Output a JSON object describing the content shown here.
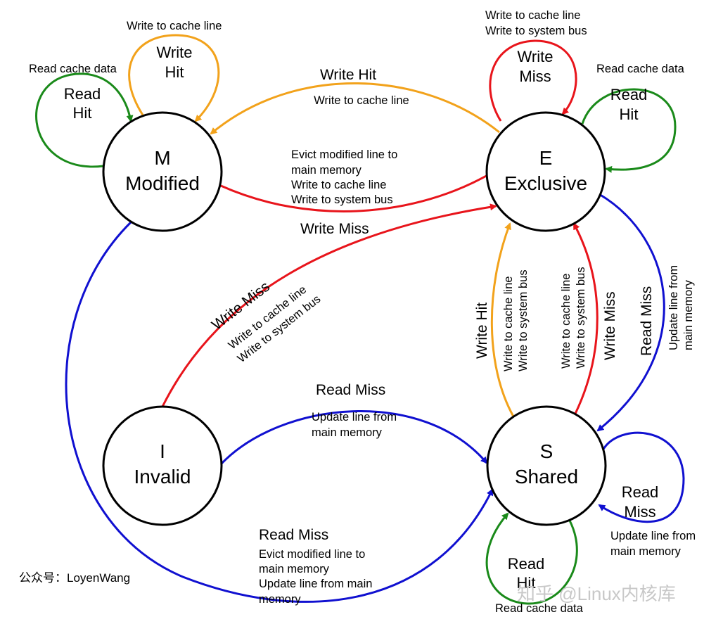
{
  "states": {
    "m": {
      "letter": "M",
      "name": "Modified"
    },
    "e": {
      "letter": "E",
      "name": "Exclusive"
    },
    "i": {
      "letter": "I",
      "name": "Invalid"
    },
    "s": {
      "letter": "S",
      "name": "Shared"
    }
  },
  "colors": {
    "write_hit": "#f2a21b",
    "write_miss": "#e8141b",
    "read_hit": "#1a8a1a",
    "read_miss": "#1010d0",
    "state_stroke": "#000000"
  },
  "transitions": {
    "m_write_hit_self": {
      "event": [
        "Write",
        "Hit"
      ],
      "action": [
        "Write to cache line"
      ]
    },
    "m_read_hit_self": {
      "event": [
        "Read",
        "Hit"
      ],
      "action": [
        "Read cache data"
      ]
    },
    "e_to_m_write_hit": {
      "event": [
        "Write Hit"
      ],
      "action": [
        "Write to cache line"
      ]
    },
    "e_write_miss_self": {
      "event": [
        "Write",
        "Miss"
      ],
      "action": [
        "Write to cache line",
        "Write to system bus"
      ]
    },
    "e_read_hit_self": {
      "event": [
        "Read",
        "Hit"
      ],
      "action": [
        "Read cache data"
      ]
    },
    "m_to_e_evict": {
      "event": [],
      "action": [
        "Evict modified line to",
        "main memory",
        "Write to cache line",
        "Write to system bus"
      ]
    },
    "s_to_e_write_miss_top": {
      "event": [
        "Write Miss"
      ],
      "action": []
    },
    "i_to_e_write_miss": {
      "event": [
        "Write Miss"
      ],
      "action": [
        "Write to cache line",
        "Write to system bus"
      ]
    },
    "s_to_e_write_hit": {
      "event": [
        "Write Hit"
      ],
      "action": [
        "Write to cache line",
        "Write to system bus"
      ]
    },
    "s_to_e_write_miss": {
      "event": [
        "Write Miss"
      ],
      "action": [
        "Write to cache line",
        "Write to system bus"
      ]
    },
    "e_to_s_read_miss": {
      "event": [
        "Read Miss"
      ],
      "action": [
        "Update line from",
        "main memory"
      ]
    },
    "i_to_s_read_miss": {
      "event": [
        "Read Miss"
      ],
      "action": [
        "Update line from",
        "main memory"
      ]
    },
    "m_to_s_read_miss": {
      "event": [
        "Read Miss"
      ],
      "action": [
        "Evict modified line to",
        "main memory",
        "Update line from main",
        "memory"
      ]
    },
    "s_read_miss_self": {
      "event": [
        "Read",
        "Miss"
      ],
      "action": [
        "Update line from",
        "main memory"
      ]
    },
    "s_read_hit_self": {
      "event": [
        "Read",
        "Hit"
      ],
      "action": [
        "Read cache data"
      ]
    }
  },
  "watermarks": {
    "left": "公众号：LoyenWang",
    "right": "知乎 @Linux内核库"
  }
}
